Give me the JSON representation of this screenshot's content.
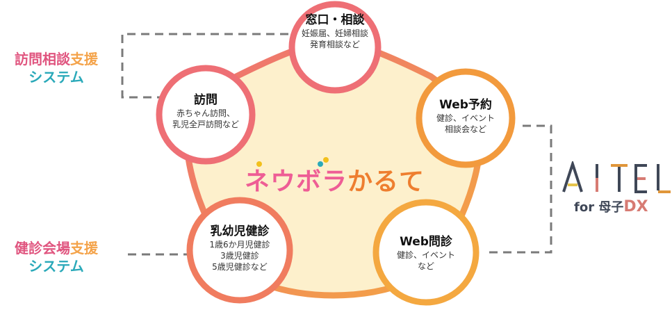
{
  "center": {
    "brand_part1": "ネウボラ",
    "brand_part2": "かるて",
    "colors": {
      "pink": "#ee5d95",
      "orange": "#ee7e2f",
      "fill": "#fdf0cc"
    }
  },
  "nodes": [
    {
      "id": "madoguchi",
      "title": "窓口・相談",
      "lines": [
        "妊娠届、妊婦相談",
        "発育相談など"
      ],
      "border": "#ee6f75"
    },
    {
      "id": "houmon",
      "title": "訪問",
      "lines": [
        "赤ちゃん訪問、",
        "乳児全戸訪問など"
      ],
      "border": "#ee6f75"
    },
    {
      "id": "web-yoyaku",
      "title": "Web予約",
      "lines": [
        "健診、イベント",
        "相談会など"
      ],
      "border": "#f29a3d"
    },
    {
      "id": "nyuyouji-kenshin",
      "title": "乳幼児健診",
      "lines": [
        "1歳6か月児健診",
        "3歳児健診",
        "5歳児健診など"
      ],
      "border": "#f07c5f"
    },
    {
      "id": "web-monshin",
      "title": "Web問診",
      "lines": [
        "健診、イベント",
        "など"
      ],
      "border": "#f4a840"
    }
  ],
  "side_labels": {
    "houmon_system": {
      "part1": "訪問相談",
      "part2": "支援",
      "part3": "システム"
    },
    "kenshin_system": {
      "part1": "健診会場",
      "part2": "支援",
      "part3": "システム"
    }
  },
  "aitel": {
    "logo": "AITEL",
    "sub_for": "for",
    "sub_boshi": "母子",
    "sub_dx": "DX",
    "colors": {
      "navy": "#3f4757",
      "yellow": "#e5c44b",
      "salmon": "#d77b73",
      "orange": "#e0963a"
    }
  }
}
